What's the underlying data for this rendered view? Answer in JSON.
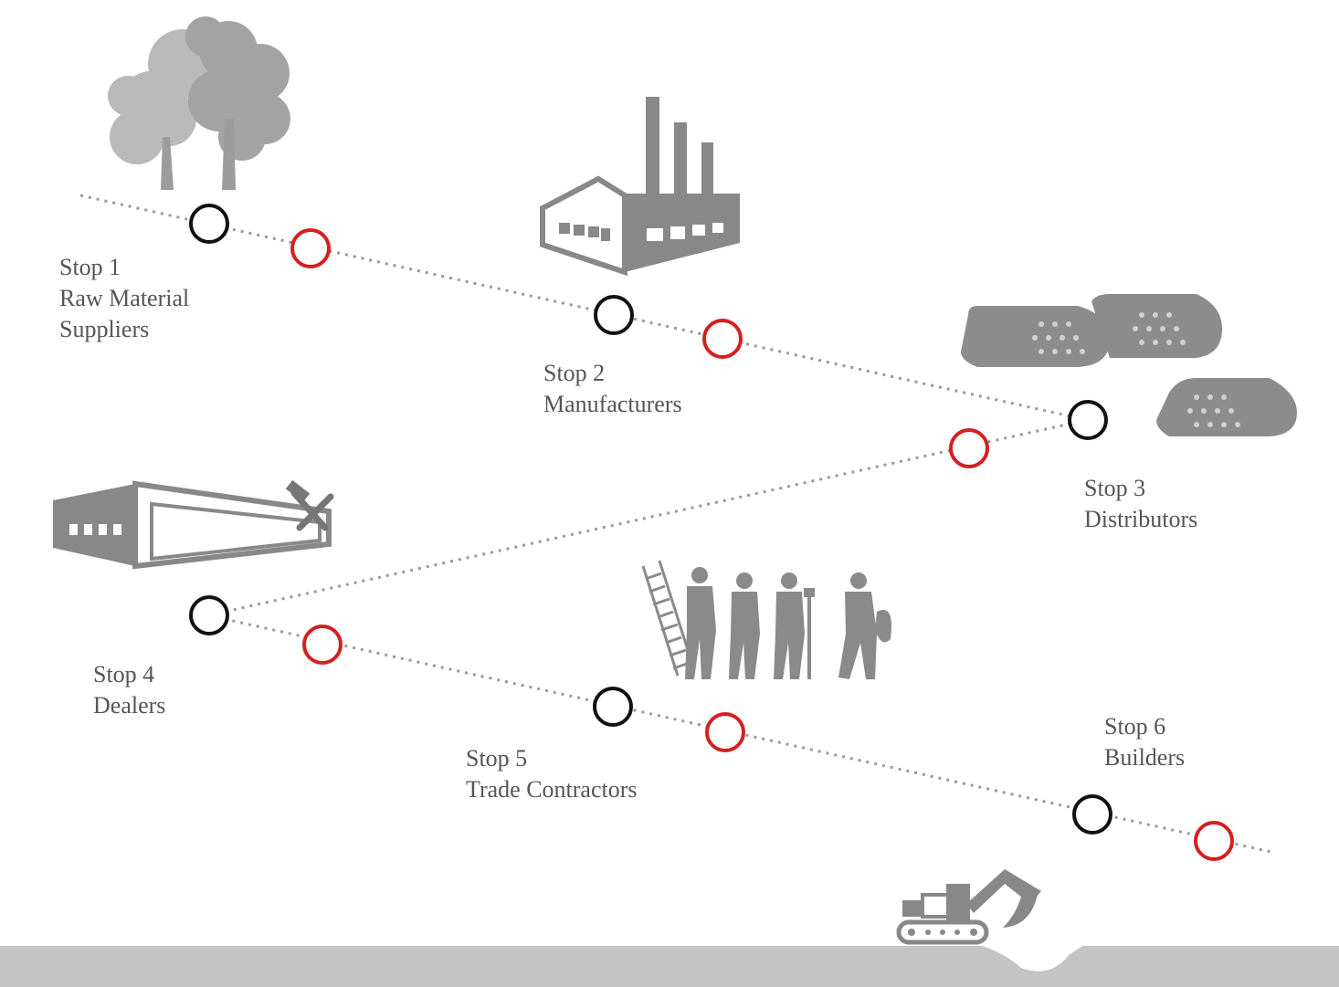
{
  "stops": [
    {
      "number": "Stop 1",
      "name_lines": [
        "Raw Material",
        "Suppliers"
      ],
      "icon": "trees-icon"
    },
    {
      "number": "Stop 2",
      "name_lines": [
        "Manufacturers"
      ],
      "icon": "factory-icon"
    },
    {
      "number": "Stop 3",
      "name_lines": [
        "Distributors"
      ],
      "icon": "lumber-stacks-icon"
    },
    {
      "number": "Stop 4",
      "name_lines": [
        "Dealers"
      ],
      "icon": "warehouse-tools-icon"
    },
    {
      "number": "Stop 5",
      "name_lines": [
        "Trade Contractors"
      ],
      "icon": "workers-icon"
    },
    {
      "number": "Stop 6",
      "name_lines": [
        "Builders"
      ],
      "icon": "excavator-icon"
    }
  ],
  "colors": {
    "stop_marker": "#111111",
    "transition_marker": "#d42020",
    "path_line": "#999999",
    "icon_gray": "#8a8a8a",
    "tree_gray": "#a8a8a8",
    "ground": "#c4c4c4",
    "label_text": "#555555"
  }
}
